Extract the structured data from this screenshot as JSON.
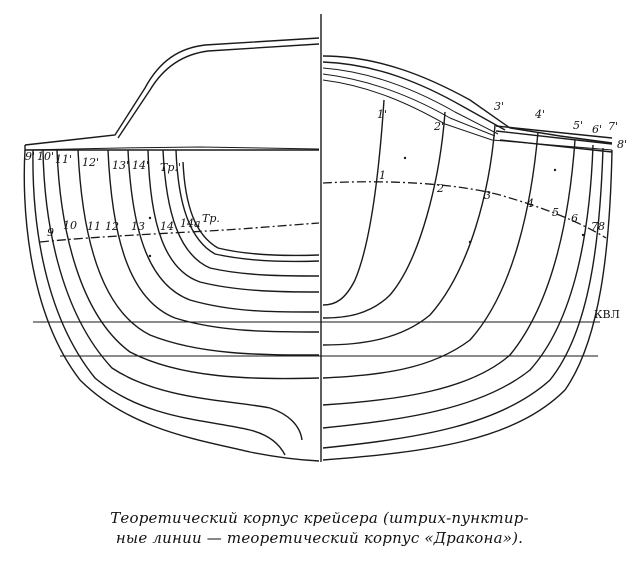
{
  "labels": {
    "left_upper": [
      "9'",
      "10'",
      "11'",
      "12'",
      "13'",
      "14'",
      "Тр.'"
    ],
    "left_lower": [
      "9",
      "10",
      "11",
      "12",
      "13",
      "14",
      "14а",
      "Тр."
    ],
    "right_upper": [
      "1'",
      "2'",
      "3'",
      "4'",
      "5'",
      "6'",
      "7'",
      "8'"
    ],
    "right_lower": [
      "1",
      "2",
      "3",
      "4",
      "5",
      "6",
      "7",
      "8"
    ],
    "waterline": "КВЛ"
  },
  "caption": {
    "line1": "Теоретический корпус крейсера (штрих-пунктир-",
    "line2": "ные линии — теоретический корпус «Дракона»)."
  }
}
